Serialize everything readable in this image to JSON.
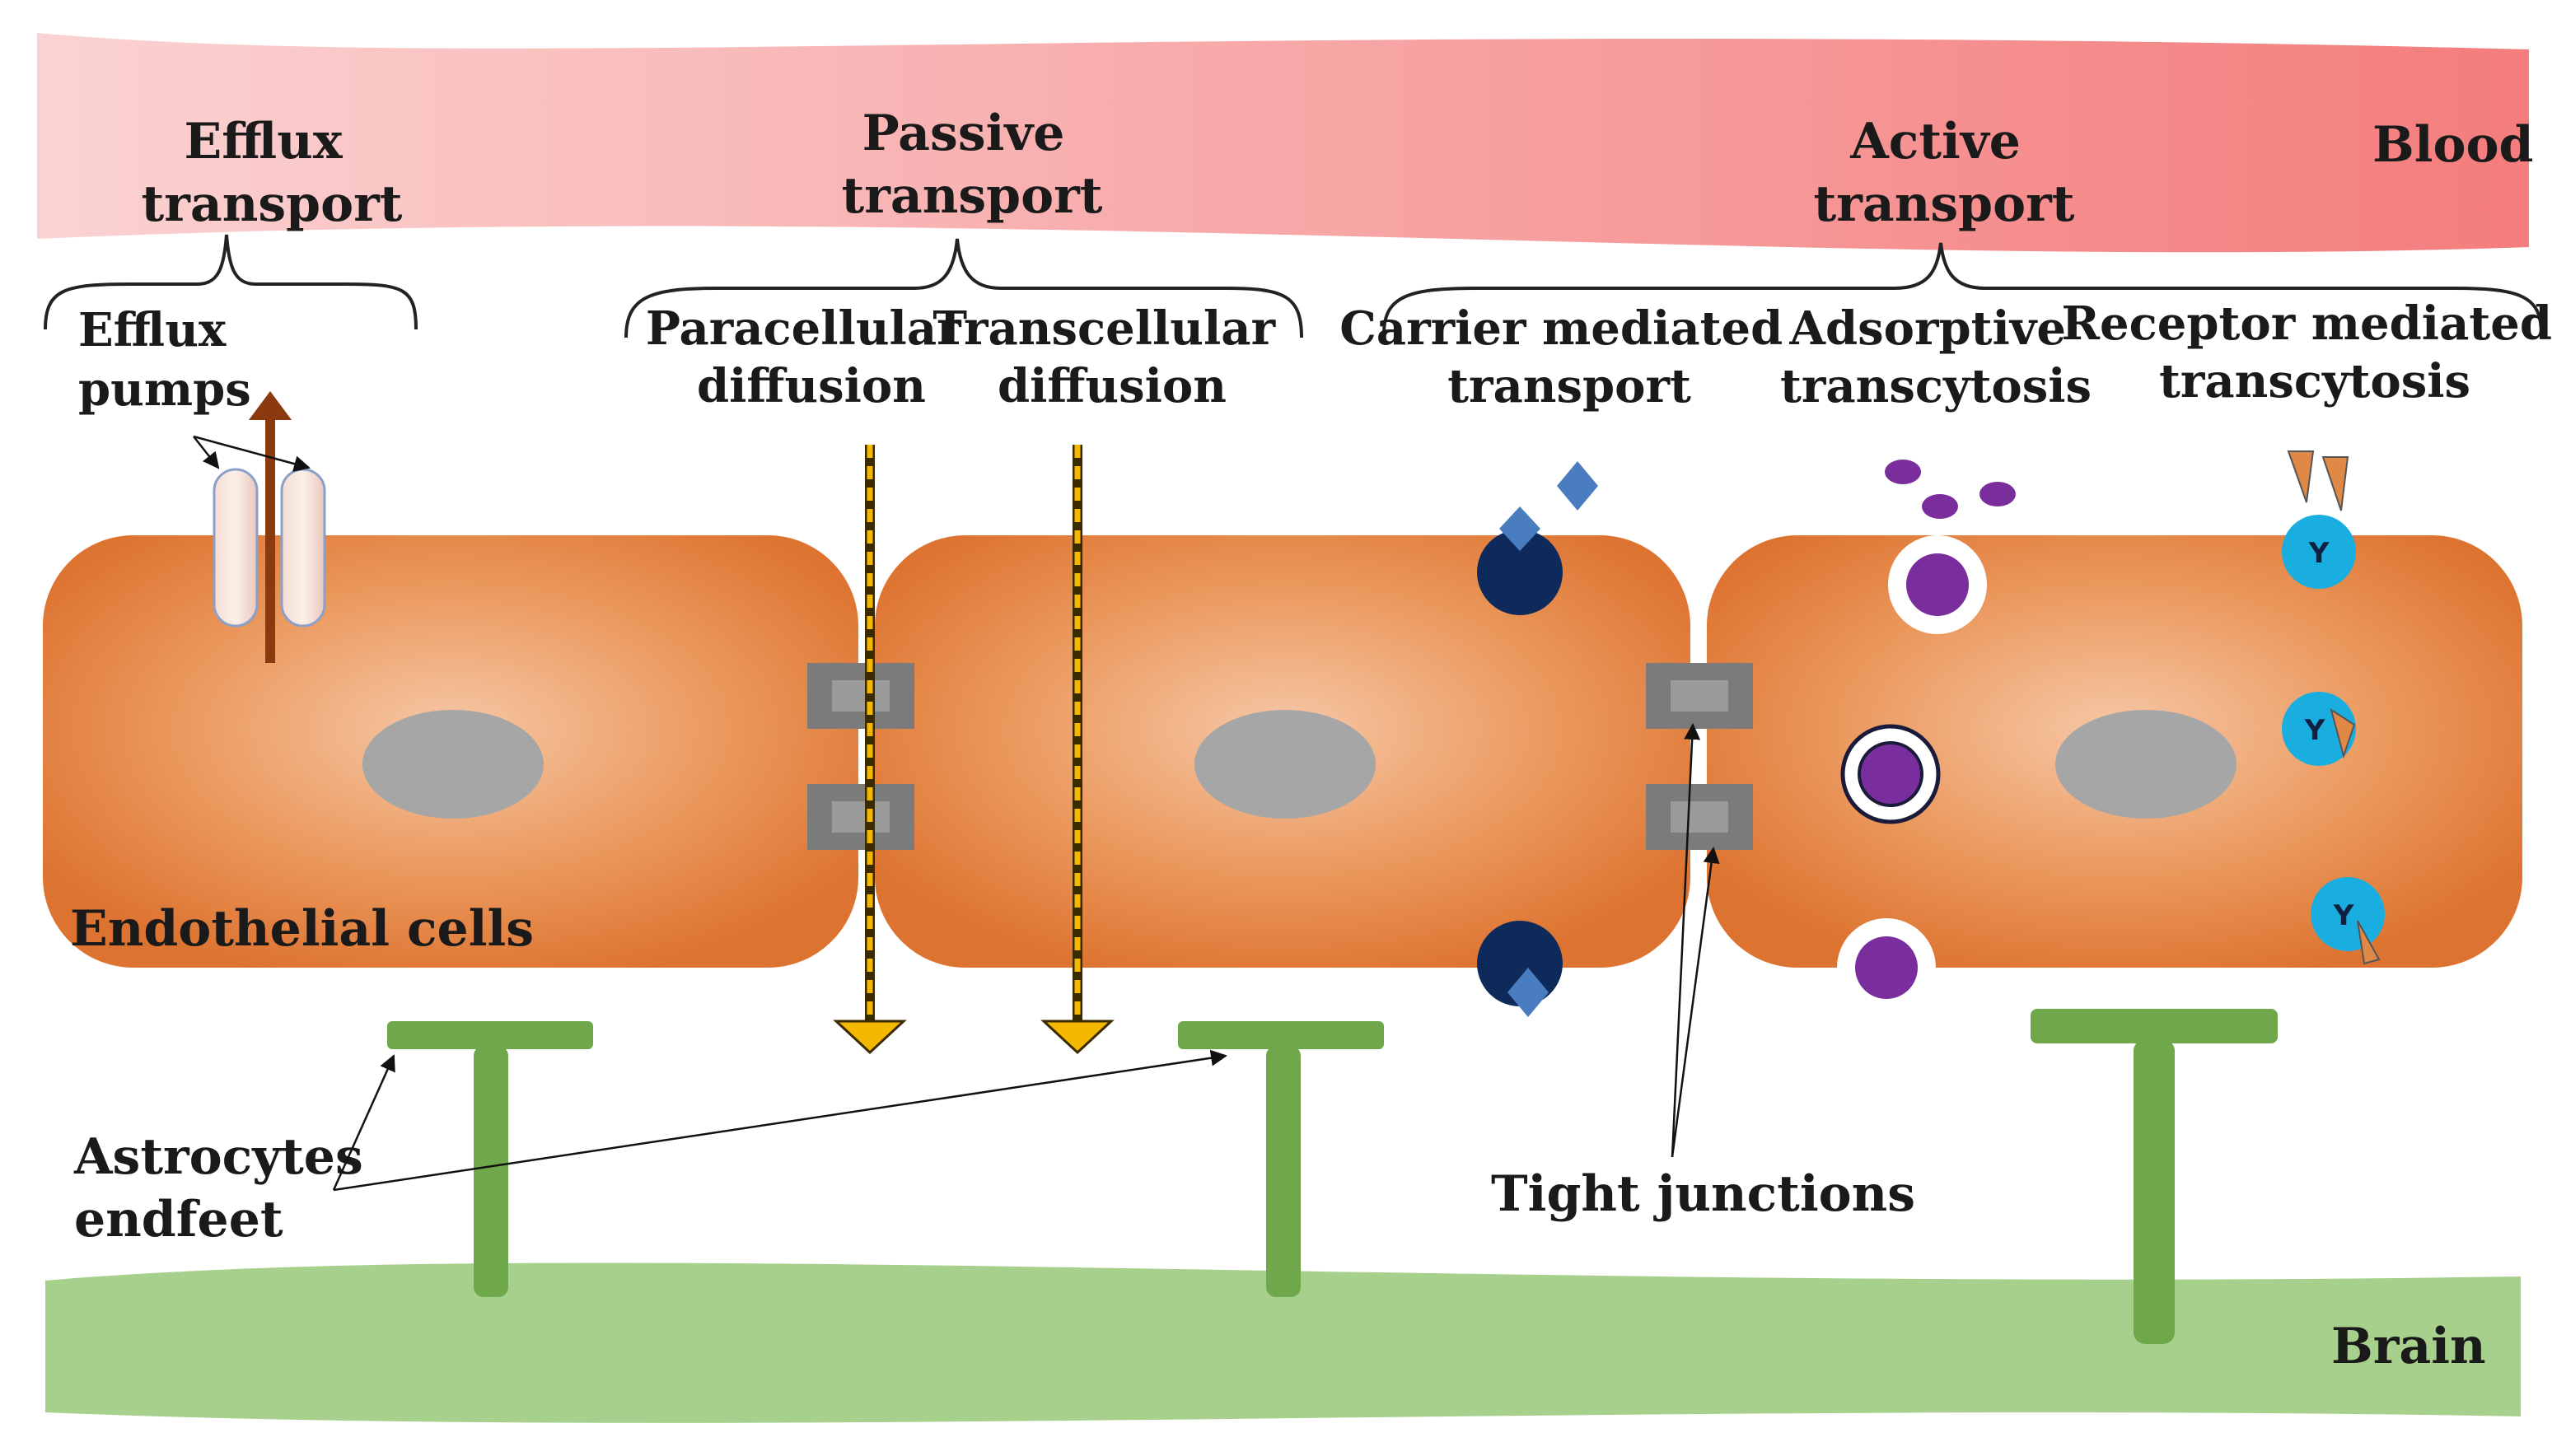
{
  "regions": {
    "blood": "Blood",
    "brain": "Brain",
    "endothelial": "Endothelial cells"
  },
  "categories": {
    "efflux": "Efflux transport",
    "passive": "Passive transport",
    "active": "Active transport"
  },
  "mechanisms": {
    "efflux_pumps": "Efflux pumps",
    "paracellular": "Paracellular diffusion",
    "transcellular": "Transcellular diffusion",
    "carrier": "Carrier mediated transport",
    "adsorptive": "Adsorptive transcytosis",
    "receptor": "Receptor mediated transcytosis"
  },
  "structures": {
    "astrocytes": "Astrocytes endfeet",
    "tight_junctions": "Tight junctions"
  },
  "colors": {
    "blood": "#f47d7d",
    "cell": "#e07a35",
    "nucleus": "#a6a6a6",
    "junction": "#7b7b7b",
    "astrocyte": "#6ea84a",
    "brain": "#a8d08d",
    "carrier": "#0e2a5a",
    "carrier_substrate": "#4a7dc0",
    "adsorptive": "#7a2d9c",
    "receptor": "#1aaee0",
    "ligand": "#e08845",
    "diffusion": "#f5b800"
  }
}
